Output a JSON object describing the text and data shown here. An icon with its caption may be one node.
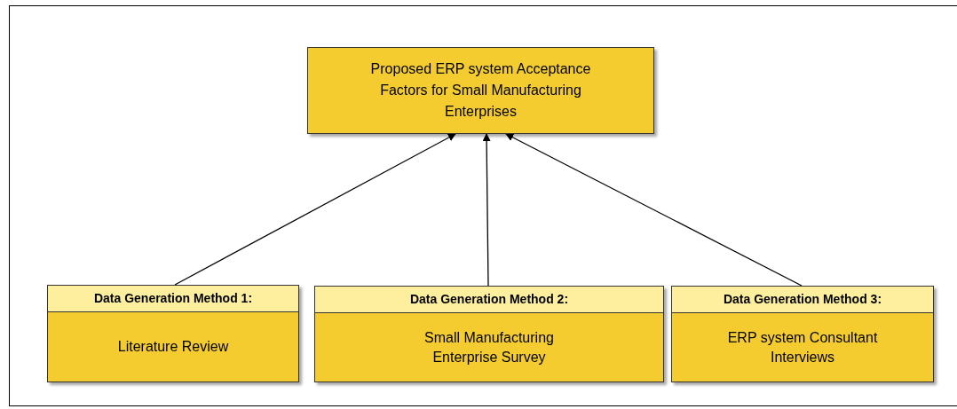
{
  "diagram": {
    "nodes": [
      {
        "text": [
          "Proposed ERP system Acceptance Factors for Small Manufacturing Enterprises"
        ]
      },
      {
        "text": [
          "Data Generation Method 1:",
          "Literature Review"
        ]
      },
      {
        "text": [
          "Data Generation Method 2:",
          "Small Manufacturing Enterprise Survey"
        ]
      },
      {
        "text": [
          "Data Generation Method 3:",
          "ERP system Consultant Interviews"
        ]
      }
    ],
    "edges": [
      {
        "from": 1,
        "to": 0,
        "arrow": "to"
      },
      {
        "from": 2,
        "to": 0,
        "arrow": "to"
      },
      {
        "from": 3,
        "to": 0,
        "arrow": "to"
      }
    ]
  }
}
